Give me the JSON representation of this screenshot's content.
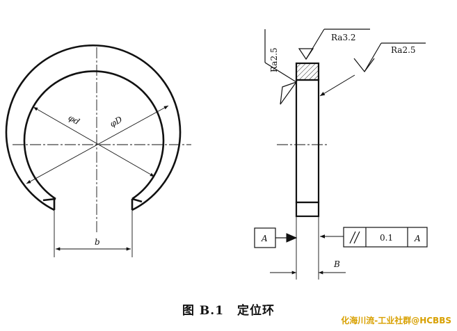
{
  "diagram": {
    "diam_inner_label": "φd",
    "diam_outer_label": "φD",
    "gap_width_label": "b",
    "thickness_label": "B",
    "roughness": {
      "left_side": "Ra2.5",
      "top_face": "Ra3.2",
      "right_side": "Ra2.5"
    },
    "datum_letter": "A",
    "parallelism": {
      "symbol_name": "parallelism-icon",
      "tolerance": "0.1",
      "datum": "A"
    }
  },
  "caption": {
    "figure_no": "图 B.1",
    "title": "定位环"
  },
  "watermark": "化海川流-工业社群@HCBBS"
}
